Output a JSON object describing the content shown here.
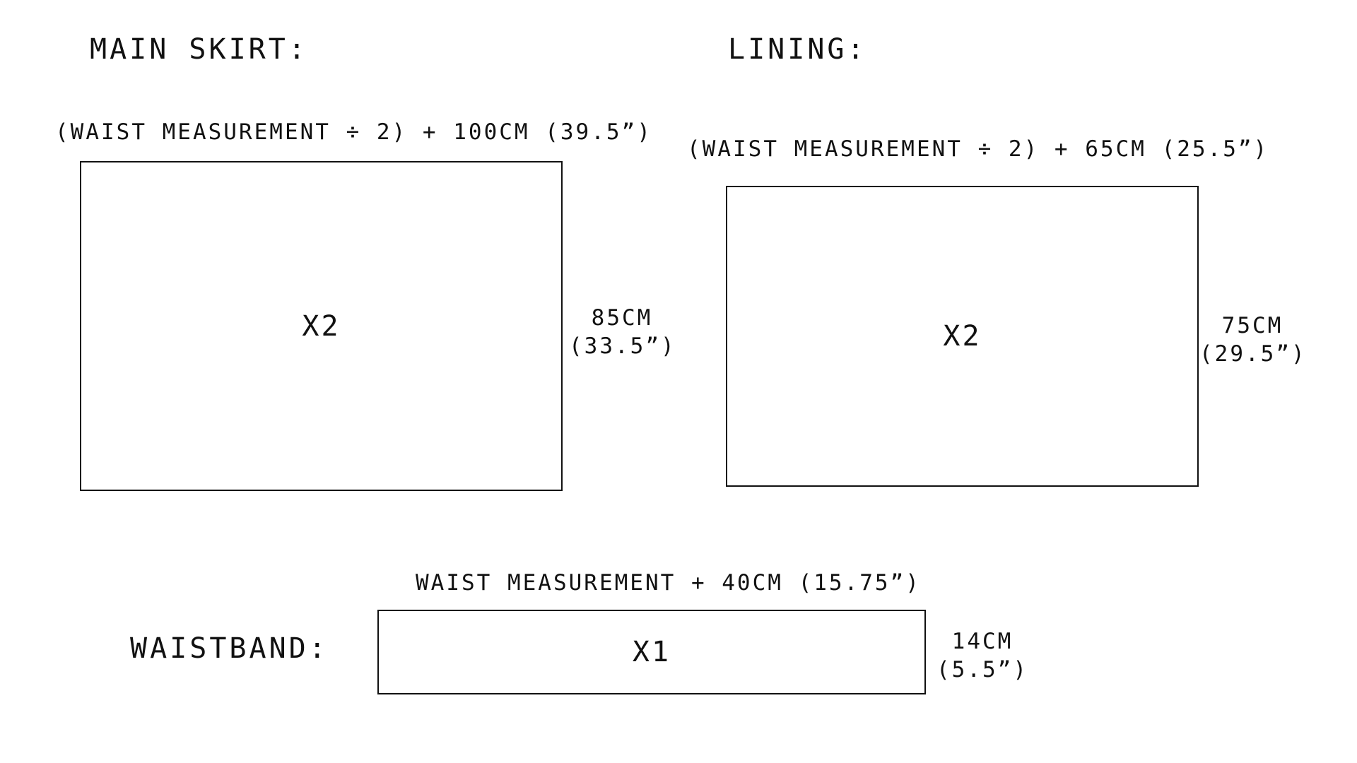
{
  "main_skirt": {
    "title": "MAIN SKIRT:",
    "width_formula": "(WAIST MEASUREMENT ÷ 2) + 100CM (39.5”)",
    "quantity": "X2",
    "height_metric": "85CM",
    "height_imperial": "(33.5”)"
  },
  "lining": {
    "title": "LINING:",
    "width_formula": "(WAIST MEASUREMENT ÷ 2) + 65CM (25.5”)",
    "quantity": "X2",
    "height_metric": "75CM",
    "height_imperial": "(29.5”)"
  },
  "waistband": {
    "title": "WAISTBAND:",
    "width_formula": "WAIST MEASUREMENT + 40CM (15.75”)",
    "quantity": "X1",
    "height_metric": "14CM",
    "height_imperial": "(5.5”)"
  }
}
